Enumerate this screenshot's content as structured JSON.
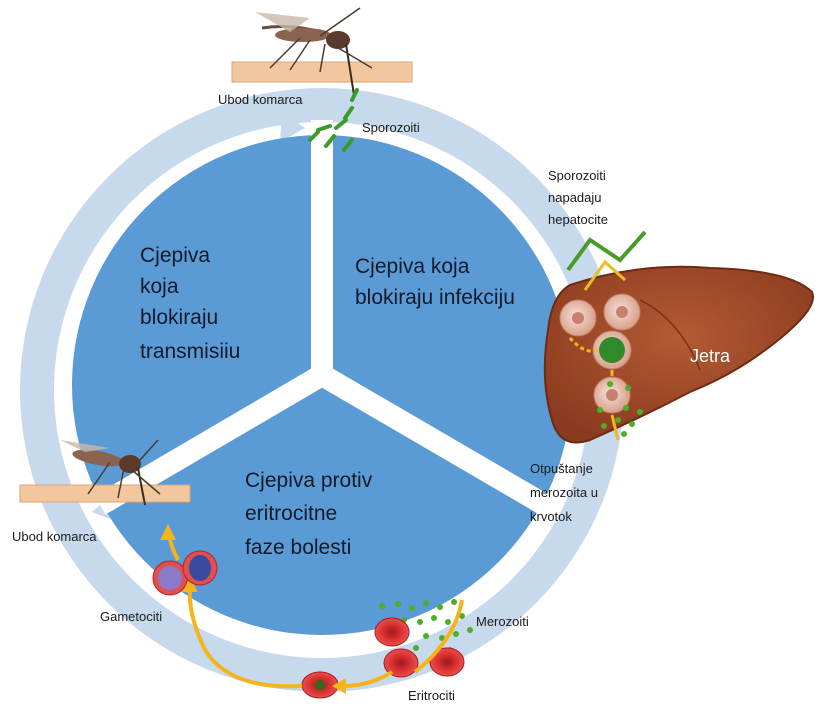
{
  "sectors": {
    "transmission": [
      "Cjepiva",
      "koja",
      "blokiraju",
      "transmisiiu"
    ],
    "infection": [
      "Cjepiva koja",
      "blokiraju infekciju"
    ],
    "erythrocytic": [
      "Cjepiva protiv",
      "eritrocitne",
      "faze bolesti"
    ]
  },
  "labels": {
    "bite_top": "Ubod komarca",
    "sporozoites": "Sporozoiti",
    "invade": [
      "Sporozoiti",
      "napadaju",
      "hepatocite"
    ],
    "liver": "Jetra",
    "release": [
      "Otpuštanje",
      "merozoita u",
      "krvotok"
    ],
    "merozoites": "Merozoiti",
    "erythrocytes": "Eritrociti",
    "gametocytes": "Gametociti",
    "bite_bottom": "Ubod komarca"
  },
  "colors": {
    "circle_fill": "#5b9bd5",
    "outer_ring": "#b4cce4",
    "liver": "#9e4a2a",
    "arrow": "#f4b41a",
    "rbc": "#d42a2a",
    "parasite": "#4caf2a",
    "skin": "#f3c79e"
  },
  "icons": [
    "mosquito-icon",
    "liver-icon",
    "red-blood-cell-icon",
    "gametocyte-icon",
    "merozoite-icon"
  ]
}
